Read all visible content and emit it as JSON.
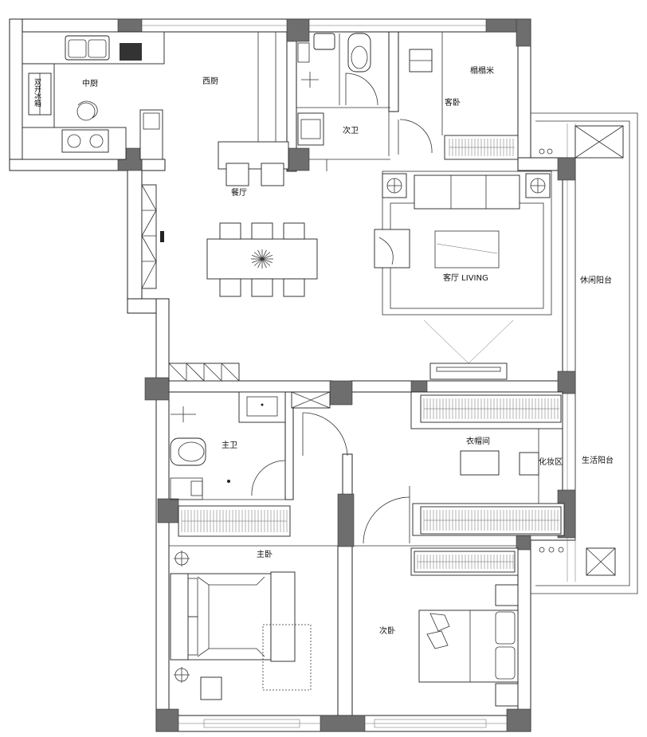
{
  "rooms": {
    "chinese_kitchen": "中厨",
    "western_kitchen": "西厨",
    "double_fridge": "双开冰箱",
    "tatami": "榻榻米",
    "guest_bedroom": "客卧",
    "second_bath": "次卫",
    "dining": "餐厅",
    "living": "客厅 LIVING",
    "leisure_balcony": "休闲阳台",
    "master_bath": "主卫",
    "cloakroom": "衣帽间",
    "dressing_area": "化妆区",
    "service_balcony": "生活阳台",
    "master_bedroom": "主卧",
    "second_bedroom": "次卧"
  },
  "colors": {
    "wall_line": "#222222",
    "column_fill": "#6e6e6e",
    "background": "#ffffff"
  }
}
